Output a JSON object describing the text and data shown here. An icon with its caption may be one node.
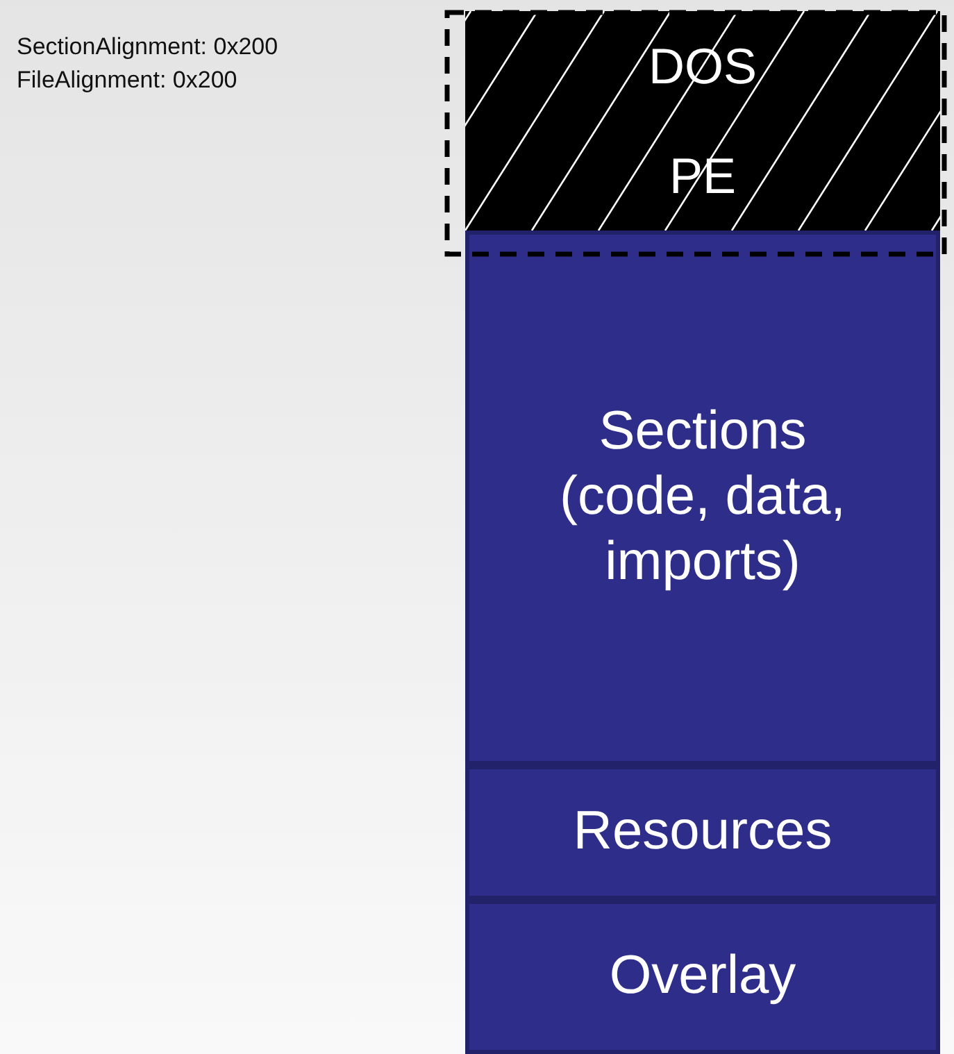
{
  "diagram": {
    "nodes": [
      {
        "text": [
          "DOS",
          "PE"
        ]
      },
      {
        "text": [
          "Sections (code, data, imports)"
        ]
      },
      {
        "text": [
          "Resources"
        ]
      },
      {
        "text": [
          "Overlay"
        ]
      }
    ],
    "labels": [
      "SectionAlignment: 0x200",
      "FileAlignment: 0x200"
    ]
  }
}
